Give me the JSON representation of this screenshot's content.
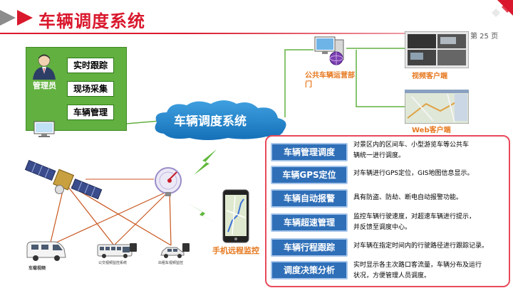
{
  "header": {
    "title": "车辆调度系统",
    "page_number": "第 25 页"
  },
  "admin_panel": {
    "role_label": "管理员",
    "menu": [
      "实时跟踪",
      "现场采集",
      "车辆管理"
    ]
  },
  "cloud": {
    "label": "车辆调度系统"
  },
  "clients": {
    "public_dept": "公共车辆运营部门",
    "video_client": "视频客户端",
    "web_client": "Web客户端"
  },
  "mobile": {
    "label": "手机远程监控"
  },
  "vehicles": {
    "captions": [
      "车载视频",
      "公交视频监控系统",
      "出租车视频监控"
    ]
  },
  "features": [
    {
      "name": "车辆管理调度",
      "desc_lines": [
        "对景区内的区间车、小型游览车等公共车",
        "辆统一进行调度。"
      ]
    },
    {
      "name": "车辆GPS定位",
      "desc_lines": [
        "对车辆进行GPS定位，GIS地图信息显示。"
      ]
    },
    {
      "name": "车辆自动报警",
      "desc_lines": [
        "具有防盗、防劫、断电自动报警功能。"
      ]
    },
    {
      "name": "车辆超速管理",
      "desc_lines": [
        "监控车辆行驶速度，对超速车辆进行提示，",
        "并反馈至调度中心。"
      ]
    },
    {
      "name": "车辆行程跟踪",
      "desc_lines": [
        "对车辆在指定时间内的行驶路径进行跟踪记录。"
      ]
    },
    {
      "name": "调度决策分析",
      "desc_lines": [
        "实时显示各主次路口客流量，车辆分布及运行",
        "状况，方便管理人员调度。"
      ]
    }
  ],
  "colors": {
    "accent_red": "#d9182d",
    "button_blue": "#2f6fb8",
    "admin_green": "#62b040",
    "label_orange": "#e6781e"
  }
}
